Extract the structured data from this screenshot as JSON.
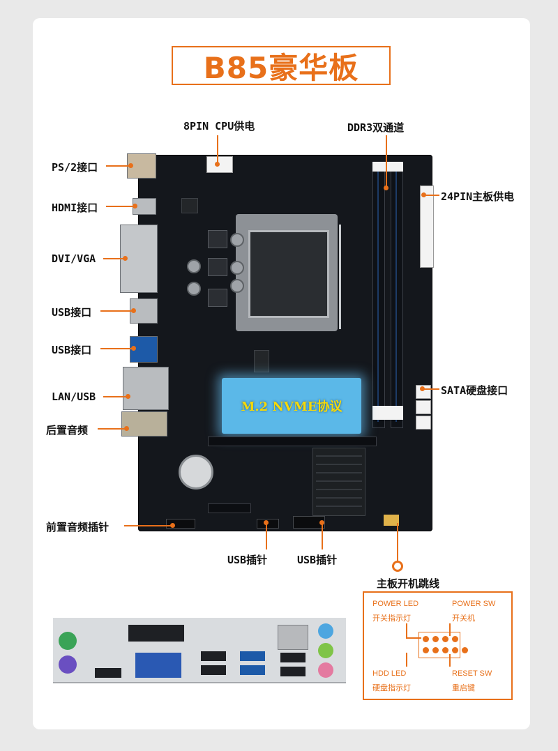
{
  "title": "B85豪华板",
  "labels": {
    "cpu_power": "8PIN CPU供电",
    "ddr3": "DDR3双通道",
    "ps2": "PS/2接口",
    "hdmi": "HDMI接口",
    "dvi_vga": "DVI/VGA",
    "usb1": "USB接口",
    "usb2": "USB接口",
    "lan_usb": "LAN/USB",
    "audio_rear": "后置音频",
    "atx24": "24PIN主板供电",
    "sata": "SATA硬盘接口",
    "front_audio": "前置音频插针",
    "usb_header1": "USB插针",
    "usb_header2": "USB插针",
    "jumper_title": "主板开机跳线"
  },
  "m2_text": "M.2 NVME协议",
  "jumper": {
    "power_led": "POWER LED",
    "power_led_cn": "开关指示灯",
    "power_sw": "POWER SW",
    "power_sw_cn": "开关机",
    "hdd_led": "HDD LED",
    "hdd_led_cn": "硬盘指示灯",
    "reset_sw": "RESET SW",
    "reset_sw_cn": "重启键"
  },
  "colors": {
    "accent": "#e8701a",
    "board": "#14171c",
    "m2_glow": "#5bb8e8",
    "m2_text": "#f5d90a"
  }
}
